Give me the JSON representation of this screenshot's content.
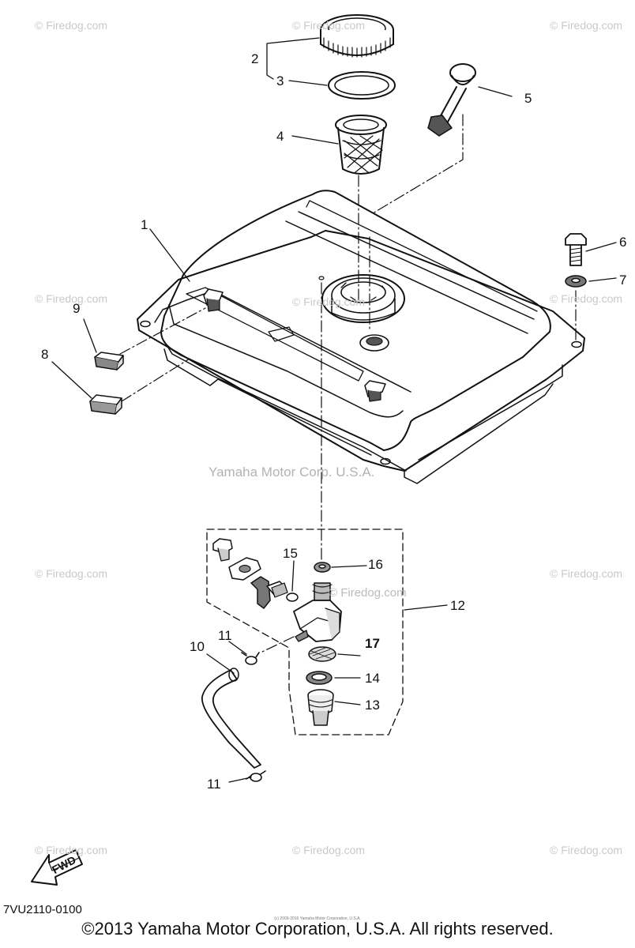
{
  "watermark": {
    "firedog": "© Firedog.com",
    "center": "Yamaha Motor Corp. U.S.A.",
    "overlap": "© Firedog.com"
  },
  "callouts": {
    "n1": "1",
    "n2": "2",
    "n3": "3",
    "n4": "4",
    "n5": "5",
    "n6": "6",
    "n7": "7",
    "n8": "8",
    "n9": "9",
    "n10": "10",
    "n11a": "11",
    "n11b": "11",
    "n12": "12",
    "n13": "13",
    "n14": "14",
    "n15": "15",
    "n16": "16",
    "n17": "17"
  },
  "fwd_label": "FWD",
  "part_code": "7VU2110-0100",
  "copyright": "©2013 Yamaha Motor Corporation, U.S.A. All rights reserved.",
  "fine_print": "(c) 2009-2016 Yamaha Motor Corporation, U.S.A."
}
